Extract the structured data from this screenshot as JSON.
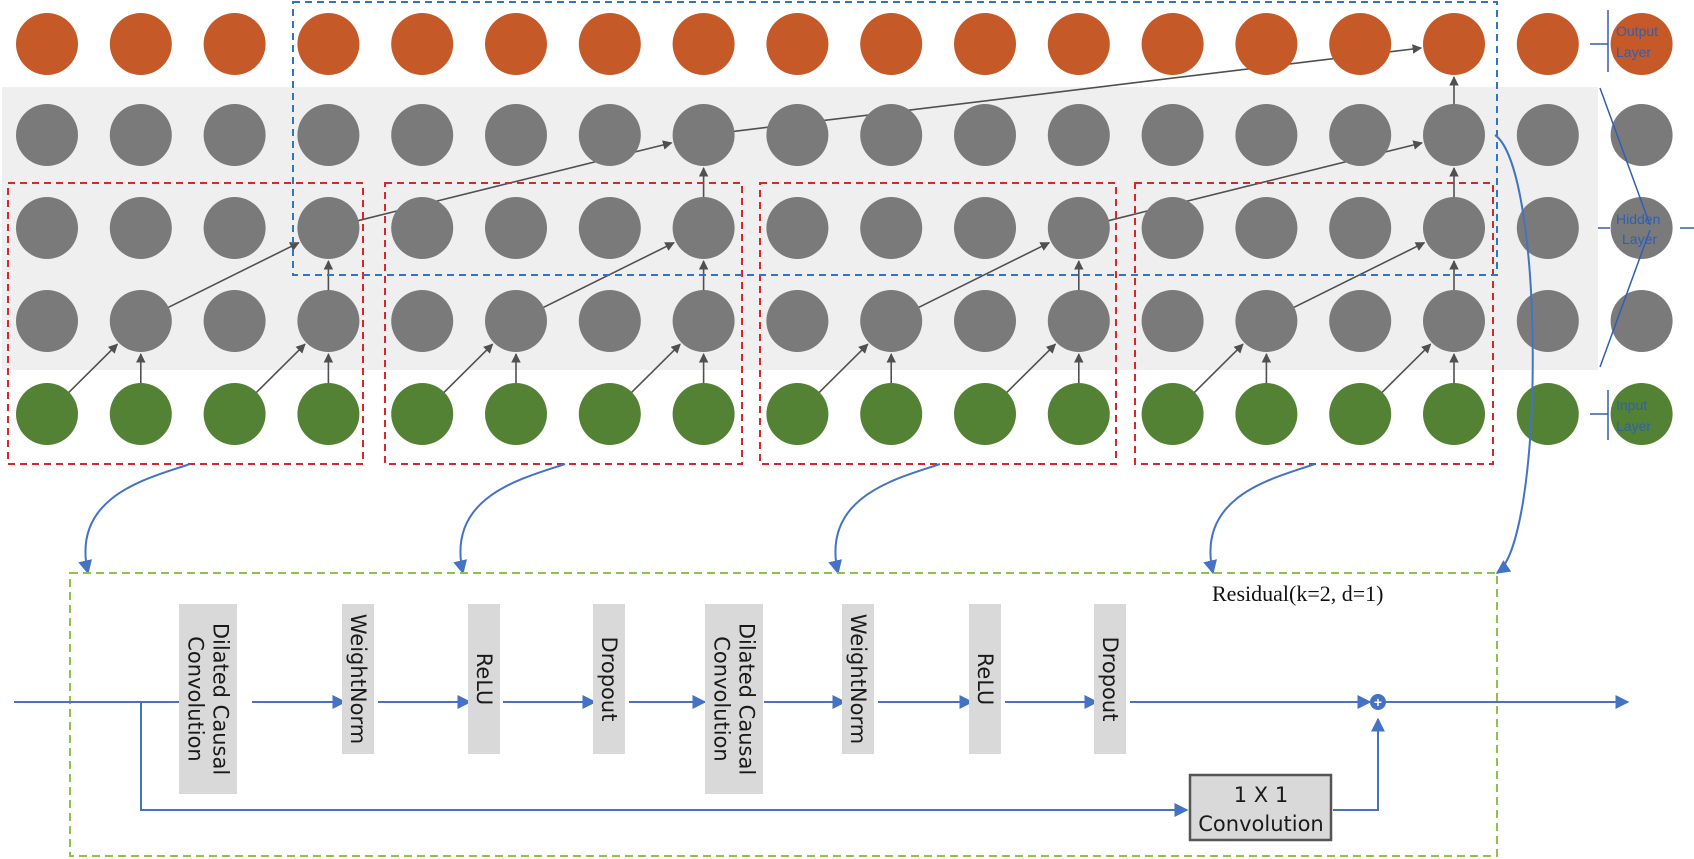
{
  "layer_labels": {
    "output": [
      "Output",
      "Layer"
    ],
    "hidden": [
      "Hidden",
      "Layer"
    ],
    "input": [
      "Input",
      "Layer"
    ]
  },
  "residual_title": "Residual(k=2, d=1)",
  "blocks": [
    [
      "Dilated Causal",
      "Convolution"
    ],
    [
      "WeightNorm"
    ],
    [
      "ReLU"
    ],
    [
      "Dropout"
    ],
    [
      "Dilated Causal",
      "Convolution"
    ],
    [
      "WeightNorm"
    ],
    [
      "ReLU"
    ],
    [
      "Dropout"
    ]
  ],
  "conv1x1": {
    "line1": "1 X 1",
    "line2": "Convolution"
  },
  "plus_symbol": "+",
  "colors": {
    "output_node": "#c55a28",
    "hidden_node": "#7a7a7a",
    "input_node": "#548235",
    "hidden_band": "#efefef",
    "red_box": "#d9262c",
    "blue_box": "#2e75c8",
    "green_box": "#8cc34a",
    "flow_arrow": "#4472c4",
    "dark_arrow": "#505050",
    "block_fill": "#d9d9d9"
  }
}
